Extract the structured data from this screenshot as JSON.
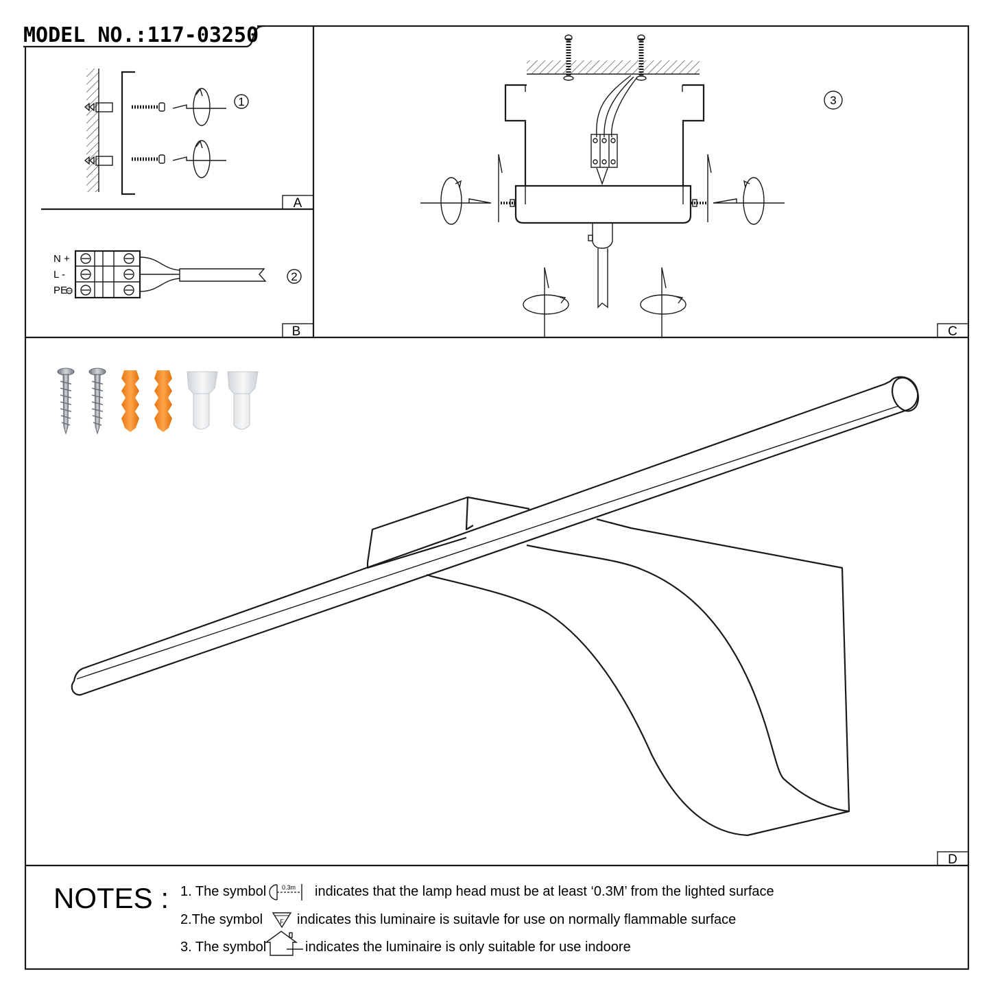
{
  "header": {
    "model_number": "MODEL NO.:117-03250"
  },
  "panels": {
    "a": {
      "label": "A",
      "step": "1"
    },
    "b": {
      "label": "B",
      "step": "2",
      "terminals": [
        "N +",
        "L -",
        "PE"
      ]
    },
    "c": {
      "label": "C",
      "step": "3"
    },
    "d": {
      "label": "D"
    }
  },
  "parts_colors": {
    "screw": "#9aa1a8",
    "anchor": "#f28a1e",
    "connector": "#e4e7ea"
  },
  "notes": {
    "title": "NOTES :",
    "items": [
      {
        "prefix": "1. The symbol",
        "symbol_text": "0.3m",
        "text": "indicates that the lamp head must be at least ‘0.3M’ from the lighted surface"
      },
      {
        "prefix": "2.The symbol",
        "symbol_text": "F",
        "text": "indicates this luminaire is suitavle for use on normally flammable surface"
      },
      {
        "prefix": "3. The symbol",
        "text": "indicates the luminaire is only suitable for use indoore"
      }
    ]
  }
}
